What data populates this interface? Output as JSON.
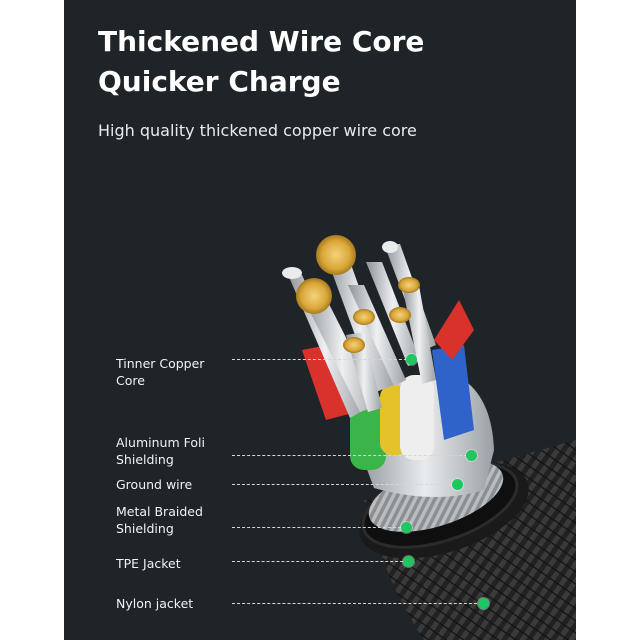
{
  "heading": {
    "line1": "Thickened Wire Core",
    "line2": "Quicker Charge"
  },
  "subheading": "High quality thickened copper wire core",
  "callouts": [
    {
      "line1": "Tinner Copper",
      "line2": "Core"
    },
    {
      "line1": "Aluminum Foli",
      "line2": "Shielding"
    },
    {
      "line1": "Ground wire",
      "line2": ""
    },
    {
      "line1": "Metal Braided",
      "line2": "Shielding"
    },
    {
      "line1": "TPE Jacket",
      "line2": ""
    },
    {
      "line1": "Nylon jacket",
      "line2": ""
    }
  ],
  "colors": {
    "background": "#1f2429",
    "heading_text": "#ffffff",
    "marker": "#1ec760",
    "wire_red": "#d8322b",
    "wire_green": "#3bb54a",
    "wire_yellow": "#e6c229",
    "wire_white": "#eeeeee",
    "wire_blue": "#2f63c9",
    "copper_strand": "#e0b244"
  }
}
